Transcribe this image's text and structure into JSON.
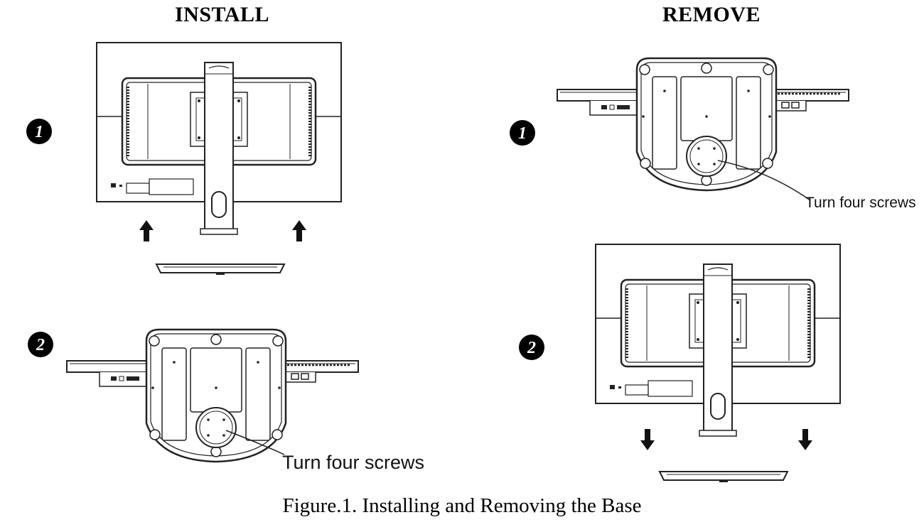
{
  "headings": {
    "install": "INSTALL",
    "remove": "REMOVE"
  },
  "steps": {
    "install_1": "1",
    "install_2": "2",
    "remove_1": "1",
    "remove_2": "2"
  },
  "callouts": {
    "install_step2": "Turn four screws",
    "remove_step1": "Turn four screws"
  },
  "caption": "Figure.1. Installing and Removing the Base"
}
